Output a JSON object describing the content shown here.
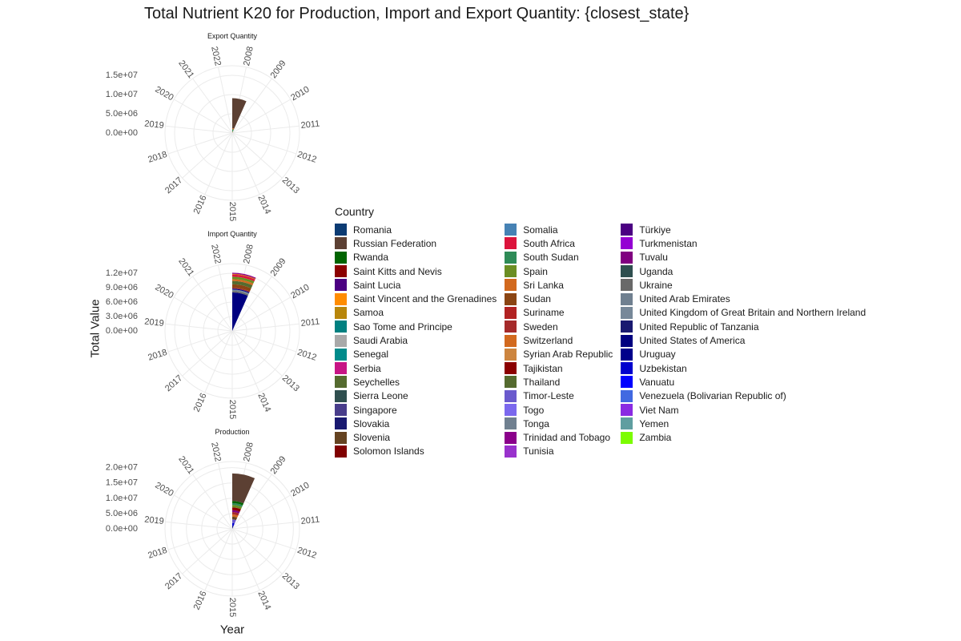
{
  "chart_data": {
    "type": "polar-bar",
    "title": "Total Nutrient K20 for Production, Import and Export Quantity: {closest_state}",
    "xlabel": "Year",
    "ylabel": "Total Value",
    "legend_title": "Country",
    "legend_placement": "right",
    "grid": true,
    "categories": [
      "2008",
      "2009",
      "2010",
      "2011",
      "2012",
      "2013",
      "2014",
      "2015",
      "2016",
      "2017",
      "2018",
      "2019",
      "2020",
      "2021",
      "2022"
    ],
    "legend": [
      {
        "name": "Romania",
        "color": "#0b3b73"
      },
      {
        "name": "Russian Federation",
        "color": "#5c4033"
      },
      {
        "name": "Rwanda",
        "color": "#006400"
      },
      {
        "name": "Saint Kitts and Nevis",
        "color": "#8b0000"
      },
      {
        "name": "Saint Lucia",
        "color": "#4b0082"
      },
      {
        "name": "Saint Vincent and the Grenadines",
        "color": "#ff8c00"
      },
      {
        "name": "Samoa",
        "color": "#b8860b"
      },
      {
        "name": "Sao Tome and Principe",
        "color": "#008080"
      },
      {
        "name": "Saudi Arabia",
        "color": "#a9a9a9"
      },
      {
        "name": "Senegal",
        "color": "#008b8b"
      },
      {
        "name": "Serbia",
        "color": "#c71585"
      },
      {
        "name": "Seychelles",
        "color": "#556b2f"
      },
      {
        "name": "Sierra Leone",
        "color": "#2f4f4f"
      },
      {
        "name": "Singapore",
        "color": "#483d8b"
      },
      {
        "name": "Slovakia",
        "color": "#191970"
      },
      {
        "name": "Slovenia",
        "color": "#654321"
      },
      {
        "name": "Solomon Islands",
        "color": "#800000"
      },
      {
        "name": "Somalia",
        "color": "#4682b4"
      },
      {
        "name": "South Africa",
        "color": "#dc143c"
      },
      {
        "name": "South Sudan",
        "color": "#2e8b57"
      },
      {
        "name": "Spain",
        "color": "#6b8e23"
      },
      {
        "name": "Sri Lanka",
        "color": "#d2691e"
      },
      {
        "name": "Sudan",
        "color": "#8b4513"
      },
      {
        "name": "Suriname",
        "color": "#b22222"
      },
      {
        "name": "Sweden",
        "color": "#a52a2a"
      },
      {
        "name": "Switzerland",
        "color": "#d2691e"
      },
      {
        "name": "Syrian Arab Republic",
        "color": "#cd853f"
      },
      {
        "name": "Tajikistan",
        "color": "#8b0000"
      },
      {
        "name": "Thailand",
        "color": "#556b2f"
      },
      {
        "name": "Timor-Leste",
        "color": "#6a5acd"
      },
      {
        "name": "Togo",
        "color": "#7b68ee"
      },
      {
        "name": "Tonga",
        "color": "#708090"
      },
      {
        "name": "Trinidad and Tobago",
        "color": "#8b008b"
      },
      {
        "name": "Tunisia",
        "color": "#9932cc"
      },
      {
        "name": "Türkiye",
        "color": "#4b0082"
      },
      {
        "name": "Turkmenistan",
        "color": "#9400d3"
      },
      {
        "name": "Tuvalu",
        "color": "#800080"
      },
      {
        "name": "Uganda",
        "color": "#2f4f4f"
      },
      {
        "name": "Ukraine",
        "color": "#696969"
      },
      {
        "name": "United Arab Emirates",
        "color": "#708090"
      },
      {
        "name": "United Kingdom of Great Britain and Northern Ireland",
        "color": "#778899"
      },
      {
        "name": "United Republic of Tanzania",
        "color": "#191970"
      },
      {
        "name": "United States of America",
        "color": "#000080"
      },
      {
        "name": "Uruguay",
        "color": "#00008b"
      },
      {
        "name": "Uzbekistan",
        "color": "#0000cd"
      },
      {
        "name": "Vanuatu",
        "color": "#0000ff"
      },
      {
        "name": "Venezuela (Bolivarian Republic of)",
        "color": "#4169e1"
      },
      {
        "name": "Viet Nam",
        "color": "#8a2be2"
      },
      {
        "name": "Yemen",
        "color": "#5f9ea0"
      },
      {
        "name": "Zambia",
        "color": "#7cfc00"
      }
    ],
    "panels": [
      {
        "name": "Export Quantity",
        "ylim": [
          0,
          17500000
        ],
        "y_ticks": [
          0,
          5000000,
          10000000,
          15000000
        ],
        "y_tick_labels": [
          "0.0e+00",
          "5.0e+06",
          "1.0e+07",
          "1.5e+07"
        ],
        "bars_2008": [
          {
            "country": "Sweden",
            "value": 200000
          },
          {
            "country": "Spain",
            "value": 300000
          },
          {
            "country": "South Sudan",
            "value": 500000
          },
          {
            "country": "Sri Lanka",
            "value": 250000
          },
          {
            "country": "Russian Federation",
            "value": 7800000
          }
        ]
      },
      {
        "name": "Import Quantity",
        "ylim": [
          0,
          14000000
        ],
        "y_ticks": [
          0,
          3000000,
          6000000,
          9000000,
          12000000
        ],
        "y_tick_labels": [
          "0.0e+00",
          "3.0e+06",
          "6.0e+06",
          "9.0e+06",
          "1.2e+07"
        ],
        "bars_2008": [
          {
            "country": "United States of America",
            "value": 8000000
          },
          {
            "country": "Ukraine",
            "value": 300000
          },
          {
            "country": "United Kingdom of Great Britain and Northern Ireland",
            "value": 300000
          },
          {
            "country": "Uruguay",
            "value": 200000
          },
          {
            "country": "Sweden",
            "value": 200000
          },
          {
            "country": "Sudan",
            "value": 700000
          },
          {
            "country": "Thailand",
            "value": 700000
          },
          {
            "country": "Sri Lanka",
            "value": 400000
          },
          {
            "country": "Spain",
            "value": 500000
          },
          {
            "country": "South Africa",
            "value": 400000
          },
          {
            "country": "Switzerland",
            "value": 200000
          },
          {
            "country": "Trinidad and Tobago",
            "value": 200000
          }
        ]
      },
      {
        "name": "Production",
        "ylim": [
          0,
          22000000
        ],
        "y_ticks": [
          0,
          5000000,
          10000000,
          15000000,
          20000000
        ],
        "y_tick_labels": [
          "0.0e+00",
          "5.0e+06",
          "1.0e+07",
          "1.5e+07",
          "2.0e+07"
        ],
        "bars_2008": [
          {
            "country": "United States of America",
            "value": 1000000
          },
          {
            "country": "Uzbekistan",
            "value": 900000
          },
          {
            "country": "Timor-Leste",
            "value": 1200000
          },
          {
            "country": "Slovenia",
            "value": 900000
          },
          {
            "country": "Sri Lanka",
            "value": 700000
          },
          {
            "country": "Sweden",
            "value": 800000
          },
          {
            "country": "Tuvalu",
            "value": 600000
          },
          {
            "country": "Saint Kitts and Nevis",
            "value": 900000
          },
          {
            "country": "Spain",
            "value": 800000
          },
          {
            "country": "South Sudan",
            "value": 600000
          },
          {
            "country": "Rwanda",
            "value": 700000
          },
          {
            "country": "Russian Federation",
            "value": 9000000
          }
        ]
      }
    ]
  }
}
